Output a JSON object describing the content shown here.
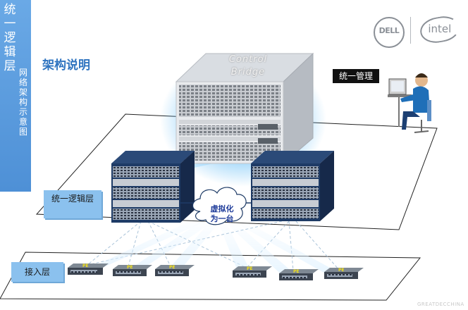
{
  "sidebar": {
    "title": "统一逻辑层",
    "subtitle": "网络架构示意图"
  },
  "page_title": "架构说明",
  "logos": {
    "dell": "DELL",
    "intel": "intel"
  },
  "control_bridge": {
    "line1": "Control",
    "line2": "Bridge"
  },
  "management_label": "统一管理",
  "logic_layer_label": "统一逻辑层",
  "access_layer_label": "接入层",
  "virtualization": {
    "line1": "虚拟化",
    "line2": "为一台"
  },
  "pe_devices": [
    "PE",
    "PE",
    "PE",
    "PE",
    "PE",
    "PE"
  ],
  "watermark": "GREATDECCHINA",
  "colors": {
    "accent": "#2f74c0",
    "sidebar": "#5b9bdc",
    "label_box": "#8bc1ee",
    "switch": "#1e3b66",
    "glow": "#61c3ff"
  }
}
